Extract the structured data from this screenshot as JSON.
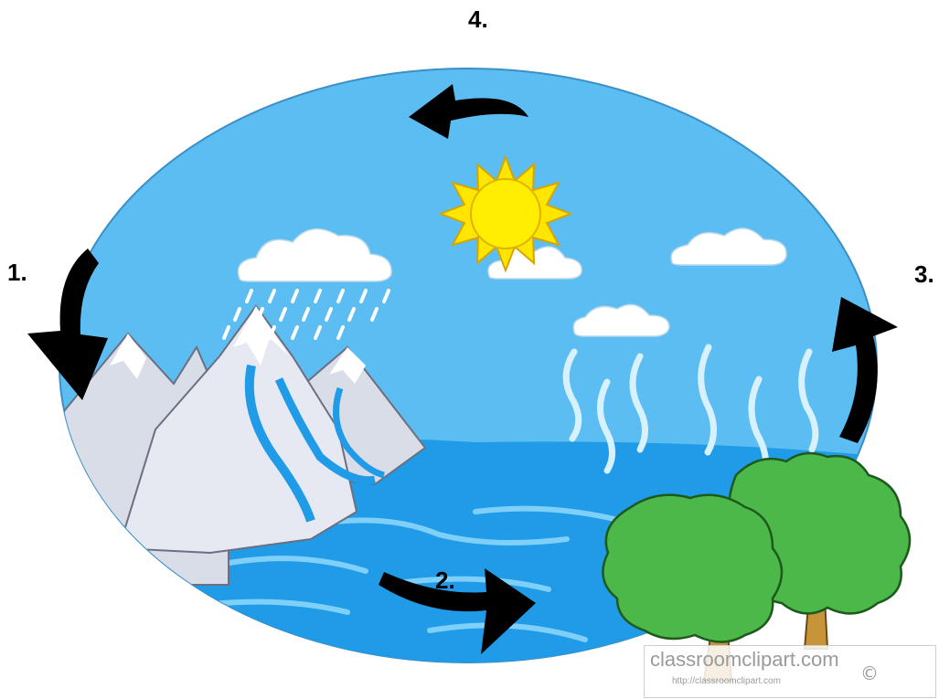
{
  "labels": {
    "one": "1.",
    "two": "2.",
    "three": "3.",
    "four": "4."
  },
  "watermark": {
    "main": "classroomclipart.com",
    "sub": "http://classroomclipart.com",
    "copyright": "©"
  },
  "colors": {
    "sky": "#5cbdf2",
    "sea": "#1f9be8",
    "sun": "#ffe600",
    "tree": "#4cb84a",
    "trunk": "#c8943a",
    "arrow": "#000000"
  }
}
